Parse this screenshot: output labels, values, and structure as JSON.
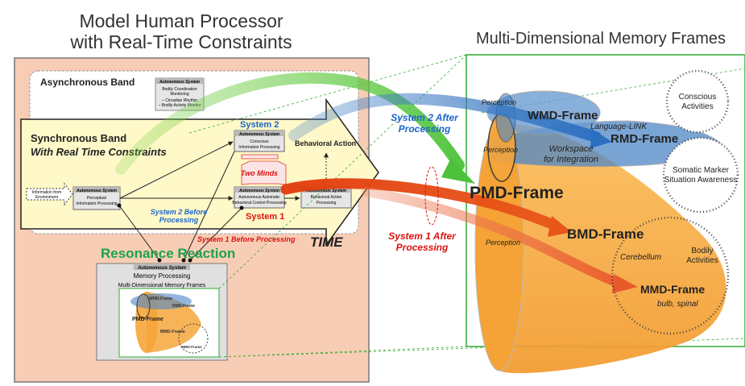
{
  "left_title": [
    "Model Human Processor",
    "with Real-Time Constraints"
  ],
  "right_title": "Multi-Dimensional Memory Frames",
  "async_band": {
    "label": "Asynchronous Band",
    "auto_header": "Autonomous System",
    "auto_lines": [
      "Bodily Coordination",
      "Monitoring",
      "– Circadian Rhythm",
      "– Bodily Activity Monitor"
    ]
  },
  "sync_band": {
    "label": "Synchronous Band",
    "sublabel": "With Real Time Constraints",
    "input_lines": [
      "Information from",
      "Environment"
    ],
    "perceptual": {
      "header": "Autonomous System",
      "lines": [
        "Perceptual",
        "Information Processing"
      ]
    },
    "conscious": {
      "header": "Autonomous System",
      "lines": [
        "Conscious",
        "Information Processing"
      ]
    },
    "automatic": {
      "header": "Autonomous System",
      "lines": [
        "Autonomous Automatic",
        "Behavioral Control Processing"
      ]
    },
    "behavioral": {
      "header": "Autonomous System",
      "lines": [
        "Behavioral Action",
        "Processing"
      ]
    },
    "behavioral_action": "Behavioral Action",
    "system2": "System 2",
    "system1": "System 1",
    "two_minds": "Two Minds",
    "s2_before": [
      "System 2 Before",
      "Processing"
    ],
    "s1_before": "System 1 Before Processing",
    "time": "TIME"
  },
  "resonance": "Resonance Reaction",
  "memory_box": {
    "header": "Autonomous System",
    "line1": "Memory Processing",
    "line2": "Multi-Dimensional Memory Frames",
    "mini_labels": [
      "WMD-Frame",
      "RMD-Frame",
      "PMD-Frame",
      "BMD-Frame",
      "MMD-Frame"
    ]
  },
  "arrows": {
    "s2_after": [
      "System 2 After",
      "Processing"
    ],
    "s1_after": [
      "System 1 After",
      "Processing"
    ]
  },
  "frames": {
    "wmd": "WMD-Frame",
    "rmd": "RMD-Frame",
    "pmd": "PMD-Frame",
    "bmd": "BMD-Frame",
    "mmd": "MMD-Frame",
    "mmd_sub": "bulb, spinal",
    "language_link": "Language-LINK",
    "workspace": [
      "Workspace",
      "for Integration"
    ],
    "perception_labels": [
      "Perception",
      "Perception",
      "Perception"
    ],
    "cerebellum": "Cerebellum"
  },
  "circles": {
    "conscious": [
      "Conscious",
      "Activities"
    ],
    "somatic": [
      "Somatic Marker",
      "Situation Awareness"
    ],
    "bodily": [
      "Bodily",
      "Activities"
    ]
  },
  "colors": {
    "salmon_panel": "#f8cdb5",
    "yellow_band": "#fff8c8",
    "green": "#66cc33",
    "blue": "#4d86c6",
    "orange": "#f6a63a",
    "red_orange": "#e85a1a",
    "system_blue": "#1a66cc",
    "system_red": "#dd1111",
    "resonance_green": "#19a34a"
  }
}
